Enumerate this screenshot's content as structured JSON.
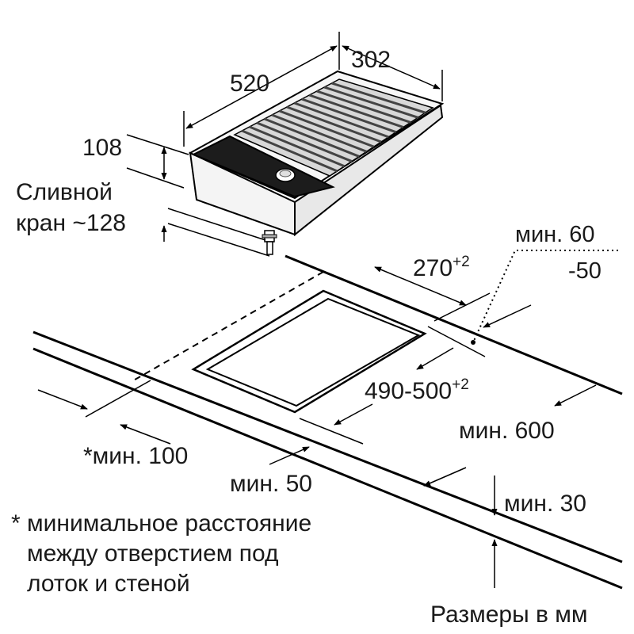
{
  "dimensions": {
    "width_302": "302",
    "length_520": "520",
    "height_108": "108",
    "drain_line1": "Сливной",
    "drain_line2": "кран ~128",
    "cutout_270": "270",
    "cutout_270_tol": "+2",
    "cutout_490": "490-500",
    "cutout_490_tol": "+2",
    "min_60": "мин. 60",
    "minus_50": "-50",
    "min_600": "мин. 600",
    "min_100": "*мин. 100",
    "min_50": "мин. 50",
    "min_30": "мин. 30"
  },
  "footnote": {
    "line1": "* минимальное расстояние",
    "line2": "между отверстием под",
    "line3": "лоток и стеной"
  },
  "units_note": "Размеры в мм",
  "colors": {
    "line": "#000000",
    "text": "#1a1a1a",
    "panel_dark": "#1c1c1c",
    "metal_light": "#f2f2f2",
    "metal_side": "#e6e6e6",
    "grate": "#444444"
  }
}
